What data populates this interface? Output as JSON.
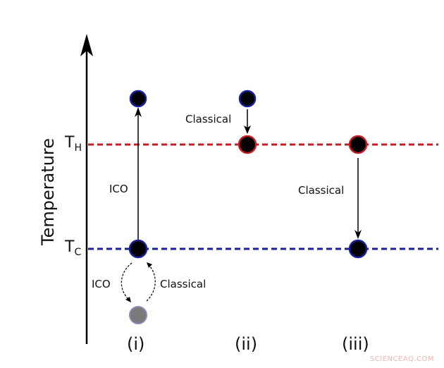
{
  "axis": {
    "label": "Temperature"
  },
  "levels": {
    "hot": {
      "symbol": "T",
      "subscript": "H",
      "color": "#c41e24"
    },
    "cold": {
      "symbol": "T",
      "subscript": "C",
      "color": "#1a1f9a"
    }
  },
  "columns": [
    {
      "id": "i",
      "label": "(i)"
    },
    {
      "id": "ii",
      "label": "(ii)"
    },
    {
      "id": "iii",
      "label": "(iii)"
    }
  ],
  "processes": {
    "col_i_up": "ICO",
    "col_i_loop_left": "ICO",
    "col_i_loop_right": "Classical",
    "col_ii_down": "Classical",
    "col_iii_down": "Classical"
  },
  "colors": {
    "dot_fill": "#000000",
    "dot_blue_rim": "#1a1f9a",
    "dot_red_rim": "#c41e24",
    "dot_grey": "#7a7a8a",
    "axis": "#000000"
  },
  "watermark": "SCIENCEAQ.COM"
}
